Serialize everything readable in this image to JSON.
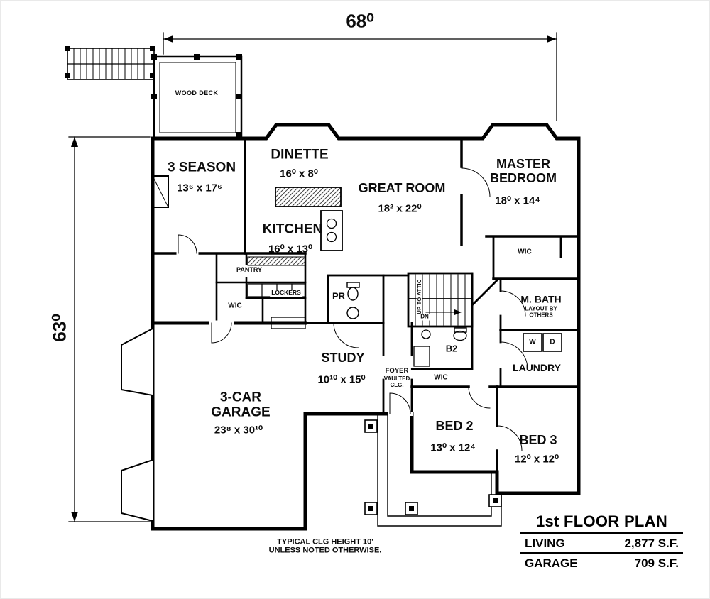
{
  "dimensions": {
    "width_label": "68⁰",
    "height_label": "63⁰"
  },
  "rooms": {
    "wood_deck": {
      "name": "WOOD DECK"
    },
    "three_season": {
      "name": "3 SEASON",
      "size": "13⁶ x 17⁶"
    },
    "dinette": {
      "name": "DINETTE",
      "size": "16⁰ x 8⁰"
    },
    "great_room": {
      "name": "GREAT ROOM",
      "size": "18² x 22⁰"
    },
    "master_bedroom": {
      "name": "MASTER BEDROOM",
      "size": "18⁰ x 14⁴"
    },
    "kitchen": {
      "name": "KITCHEN",
      "size": "16⁰ x 13⁰"
    },
    "pantry": {
      "name": "PANTRY"
    },
    "lockers": {
      "name": "LOCKERS"
    },
    "wic_mudroom": {
      "name": "WIC"
    },
    "powder_room": {
      "name": "PR"
    },
    "stairs": {
      "up": "UP TO ATTIC",
      "down": "DN"
    },
    "wic_master": {
      "name": "WIC"
    },
    "master_bath": {
      "name": "M. BATH",
      "note": "LAYOUT BY OTHERS"
    },
    "bath2": {
      "name": "B2"
    },
    "wic_bed2": {
      "name": "WIC"
    },
    "study": {
      "name": "STUDY",
      "size": "10¹⁰ x 15⁰"
    },
    "foyer": {
      "name": "FOYER",
      "note": "VAULTED CLG."
    },
    "laundry": {
      "name": "LAUNDRY",
      "washer": "W",
      "dryer": "D"
    },
    "garage": {
      "name": "3-CAR GARAGE",
      "size": "23⁸ x 30¹⁰"
    },
    "bed2": {
      "name": "BED 2",
      "size": "13⁰ x 12⁴"
    },
    "bed3": {
      "name": "BED 3",
      "size": "12⁰ x 12⁰"
    }
  },
  "notes": {
    "line1": "TYPICAL CLG HEIGHT 10'",
    "line2": "UNLESS NOTED OTHERWISE."
  },
  "title_block": {
    "title": "1st FLOOR PLAN",
    "living_label": "LIVING",
    "living_value": "2,877 S.F.",
    "garage_label": "GARAGE",
    "garage_value": "709 S.F."
  },
  "colors": {
    "wall": "#000000",
    "background": "#ffffff"
  }
}
